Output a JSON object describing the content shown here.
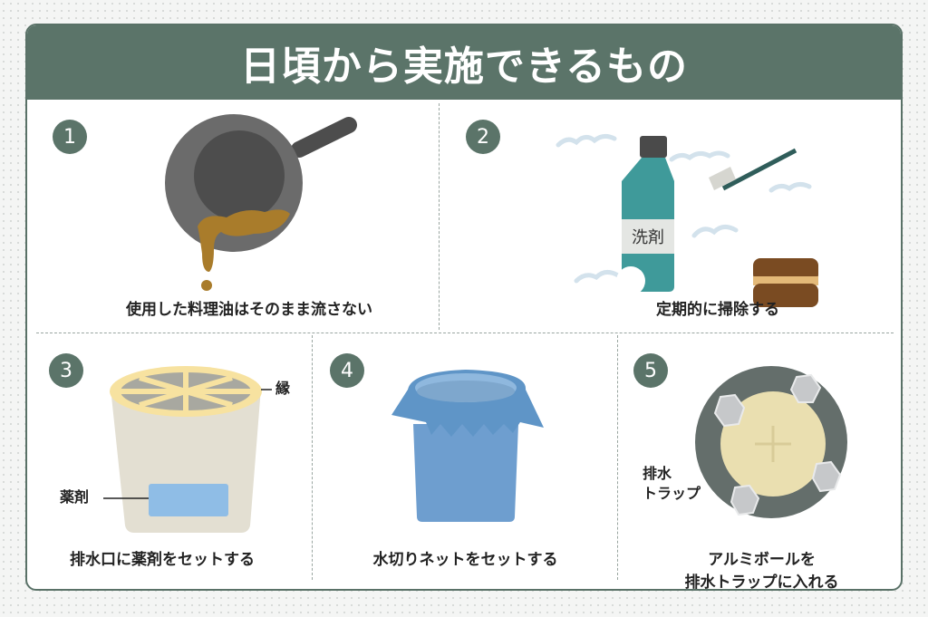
{
  "title": "日頃から実施できるもの",
  "colors": {
    "header": "#5b7469",
    "badge": "#5b7469",
    "pan_outer": "#6b6b6b",
    "pan_inner": "#4d4d4d",
    "oil": "#a97c2b",
    "bottle": "#3f9a9a",
    "net": "#6b9ccc",
    "trap": "#646e6b",
    "trap_inner": "#eadfb0",
    "basket": "#e3dfd2",
    "rim": "#f7e2a0",
    "chemical": "#8fbde6"
  },
  "items": [
    {
      "number": "1",
      "caption": "使用した料理油はそのまま流さない"
    },
    {
      "number": "2",
      "caption": "定期的に掃除する",
      "bottle_label": "洗剤"
    },
    {
      "number": "3",
      "caption": "排水口に薬剤をセットする",
      "label_rim": "縁",
      "label_chemical": "薬剤"
    },
    {
      "number": "4",
      "caption": "水切りネットをセットする"
    },
    {
      "number": "5",
      "caption_line1": "アルミボールを",
      "caption_line2": "排水トラップに入れる",
      "label_trap_line1": "排水",
      "label_trap_line2": "トラップ"
    }
  ]
}
